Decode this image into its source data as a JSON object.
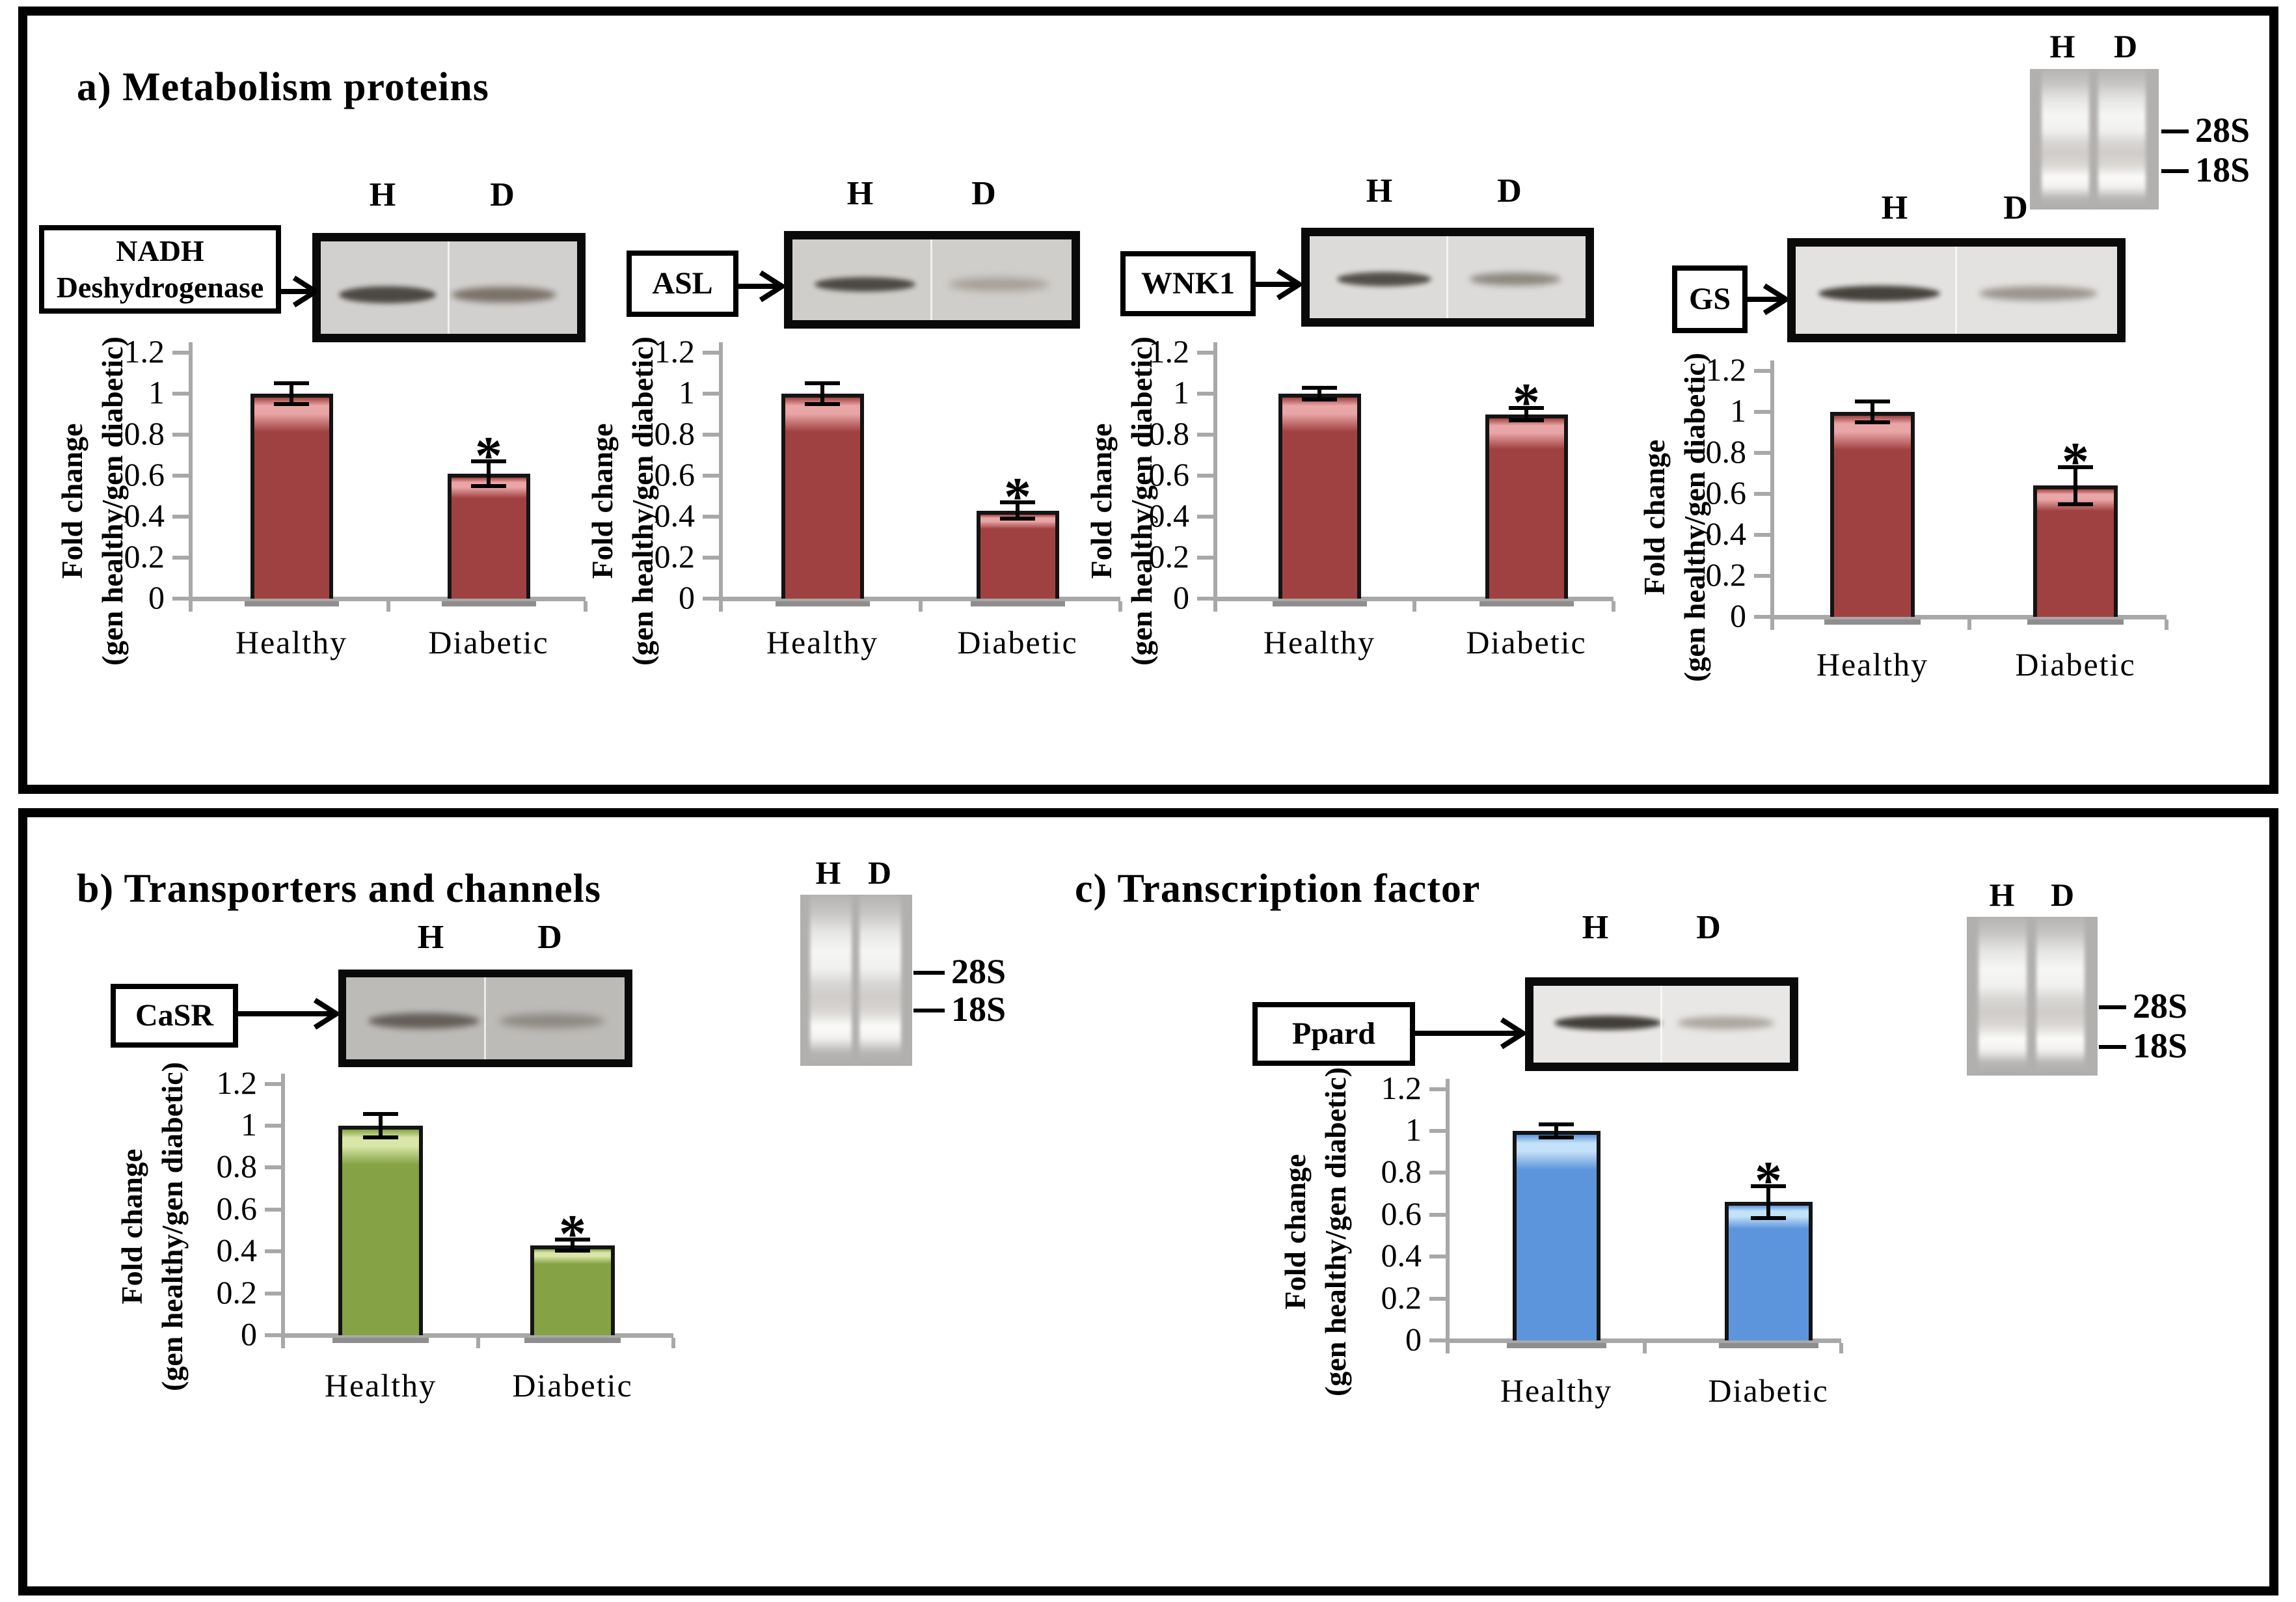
{
  "panels": {
    "a": {
      "title": "a) Metabolism proteins"
    },
    "b": {
      "title": "b) Transporters and channels"
    },
    "c": {
      "title": "c) Transcription factor"
    }
  },
  "labels": {
    "lane_healthy": "H",
    "lane_diabetic": "D",
    "rrna_28s": "28S",
    "rrna_18s": "18S",
    "significance_marker": "*"
  },
  "axis": {
    "ylabel_line1": "Fold change",
    "ylabel_line2": "(gen healthy/gen diabetic)",
    "ticks": [
      "0",
      "0.2",
      "0.4",
      "0.6",
      "0.8",
      "1",
      "1.2"
    ],
    "ylim": [
      0,
      1.2
    ],
    "grid": false,
    "legend": "none"
  },
  "chart_data": [
    {
      "type": "bar",
      "panel": "a",
      "gene": "NADH Deshydrogenase",
      "categories": [
        "Healthy",
        "Diabetic"
      ],
      "values": [
        1.0,
        0.61
      ],
      "errors": [
        0.05,
        0.06
      ],
      "significant": [
        false,
        true
      ],
      "bar_color": "#a04141",
      "bar_highlight": "#e9a6a6",
      "ylabel": "Fold change (gen healthy/gen diabetic)",
      "ylim": [
        0,
        1.2
      ]
    },
    {
      "type": "bar",
      "panel": "a",
      "gene": "ASL",
      "categories": [
        "Healthy",
        "Diabetic"
      ],
      "values": [
        1.0,
        0.43
      ],
      "errors": [
        0.05,
        0.04
      ],
      "significant": [
        false,
        true
      ],
      "bar_color": "#a04141",
      "bar_highlight": "#e9a6a6",
      "ylabel": "Fold change (gen healthy/gen diabetic)",
      "ylim": [
        0,
        1.2
      ]
    },
    {
      "type": "bar",
      "panel": "a",
      "gene": "WNK1",
      "categories": [
        "Healthy",
        "Diabetic"
      ],
      "values": [
        1.0,
        0.9
      ],
      "errors": [
        0.03,
        0.03
      ],
      "significant": [
        false,
        true
      ],
      "bar_color": "#a04141",
      "bar_highlight": "#e9a6a6",
      "ylabel": "Fold change (gen healthy/gen diabetic)",
      "ylim": [
        0,
        1.2
      ]
    },
    {
      "type": "bar",
      "panel": "a",
      "gene": "GS",
      "categories": [
        "Healthy",
        "Diabetic"
      ],
      "values": [
        1.0,
        0.64
      ],
      "errors": [
        0.05,
        0.09
      ],
      "significant": [
        false,
        true
      ],
      "bar_color": "#a04141",
      "bar_highlight": "#e9a6a6",
      "ylabel": "Fold change (gen healthy/gen diabetic)",
      "ylim": [
        0,
        1.2
      ]
    },
    {
      "type": "bar",
      "panel": "b",
      "gene": "CaSR",
      "categories": [
        "Healthy",
        "Diabetic"
      ],
      "values": [
        1.0,
        0.43
      ],
      "errors": [
        0.055,
        0.025
      ],
      "significant": [
        false,
        true
      ],
      "bar_color": "#85a344",
      "bar_highlight": "#d9e6a8",
      "ylabel": "Fold change (gen healthy/gen diabetic)",
      "ylim": [
        0,
        1.2
      ]
    },
    {
      "type": "bar",
      "panel": "c",
      "gene": "Ppard",
      "categories": [
        "Healthy",
        "Diabetic"
      ],
      "values": [
        1.0,
        0.66
      ],
      "errors": [
        0.03,
        0.075
      ],
      "significant": [
        false,
        true
      ],
      "bar_color": "#5d95dd",
      "bar_highlight": "#c3e1f8",
      "ylabel": "Fold change (gen healthy/gen diabetic)",
      "ylim": [
        0,
        1.2
      ]
    }
  ],
  "rrna_gels": [
    {
      "panel": "a",
      "lanes": [
        "H",
        "D"
      ],
      "markers": [
        "28S",
        "18S"
      ]
    },
    {
      "panel": "b",
      "lanes": [
        "H",
        "D"
      ],
      "markers": [
        "28S",
        "18S"
      ]
    },
    {
      "panel": "c",
      "lanes": [
        "H",
        "D"
      ],
      "markers": [
        "28S",
        "18S"
      ]
    }
  ]
}
